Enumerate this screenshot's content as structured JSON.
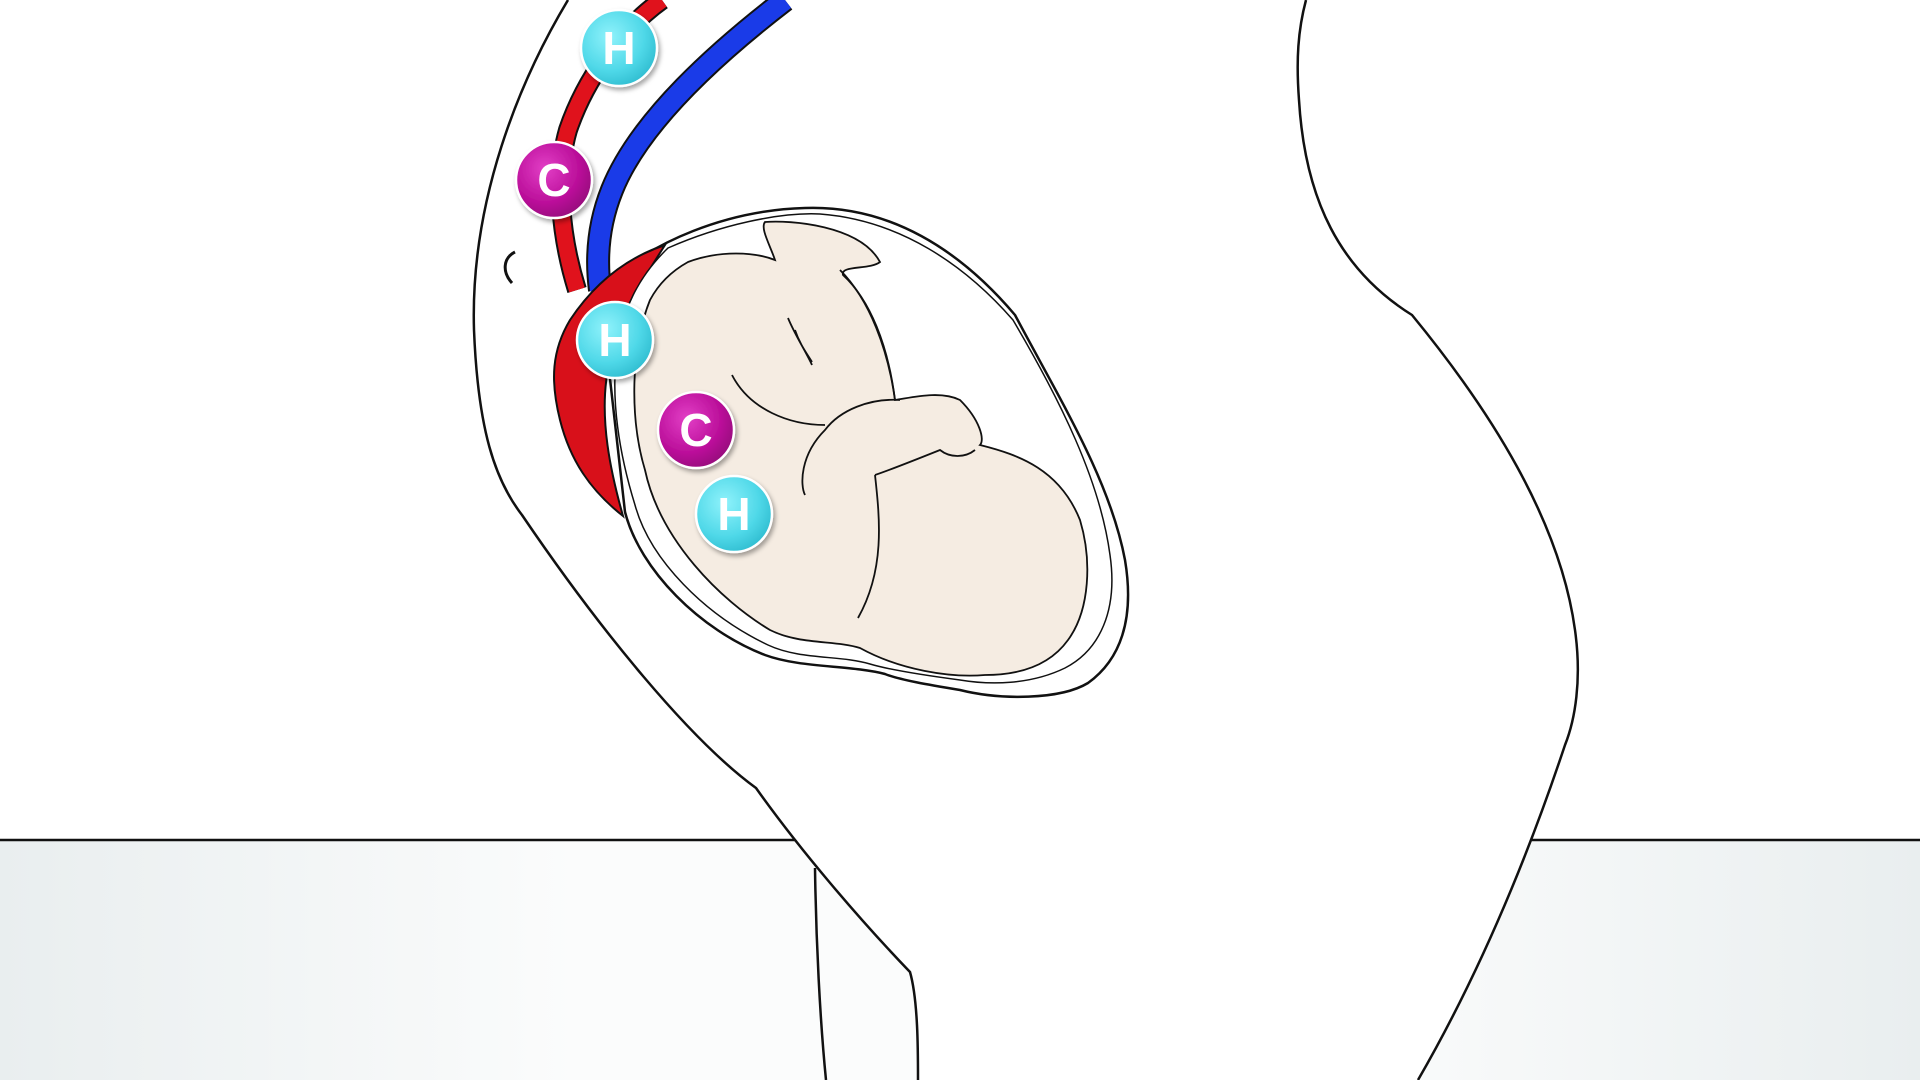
{
  "colors": {
    "background": "#ffffff",
    "floor": "#eef2f3",
    "outline": "#111111",
    "artery": "#e0121c",
    "vein": "#1a3be8",
    "placenta": "#d8101a",
    "fetus_skin": "#f5ece2",
    "hydrogen_atom": "#5fe0ee",
    "carbon_atom": "#c0129e",
    "atom_label": "#ffffff"
  },
  "atoms": [
    {
      "label": "H",
      "kind": "hydrogen"
    },
    {
      "label": "C",
      "kind": "carbon"
    },
    {
      "label": "H",
      "kind": "hydrogen"
    },
    {
      "label": "C",
      "kind": "carbon"
    },
    {
      "label": "H",
      "kind": "hydrogen"
    }
  ]
}
